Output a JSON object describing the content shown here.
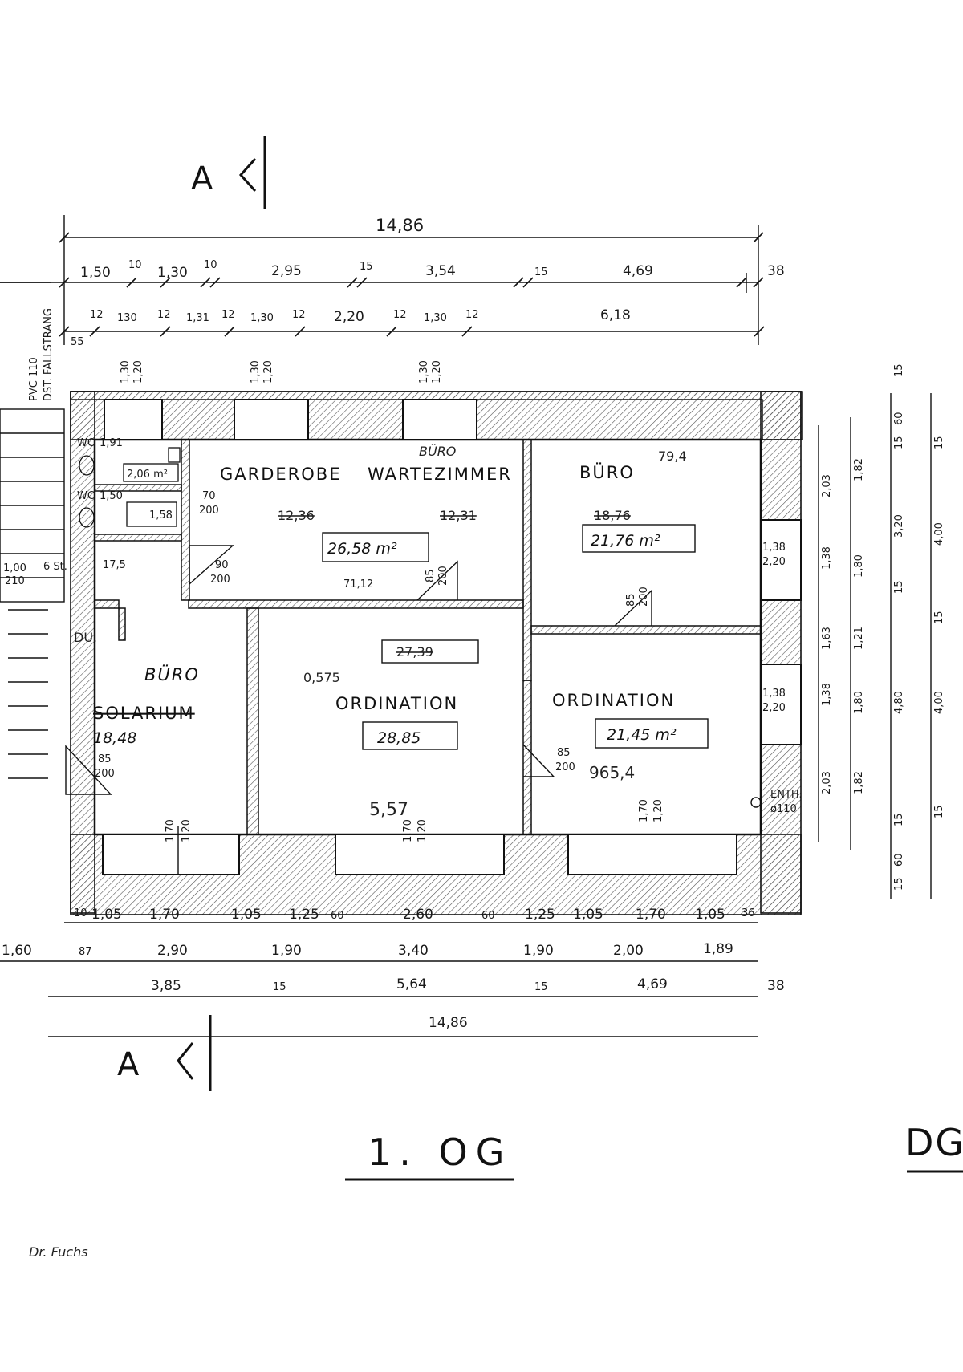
{
  "plan": {
    "title": "1. OG",
    "next_sheet": "DG",
    "signature": "Dr. Fuchs",
    "section_marker": "A",
    "top_dims": {
      "overall": "14,86",
      "row1": [
        "1,50",
        "10",
        "1,30",
        "10",
        "2,95",
        "15",
        "3,54",
        "15",
        "4,69",
        "38"
      ],
      "row2": [
        "12",
        "130",
        "12",
        "1,31",
        "12",
        "1,30",
        "12",
        "2,20",
        "12",
        "1,30",
        "12",
        "6,18"
      ],
      "left_small": "55",
      "window_heights": [
        "1,30",
        "1,20"
      ]
    },
    "bottom_dims": {
      "row1": [
        "10",
        "1,05",
        "1,70",
        "1,05",
        "1,25",
        "60",
        "2,60",
        "60",
        "1,25",
        "1,05",
        "1,70",
        "1,05",
        "36"
      ],
      "row2": [
        "1,60",
        "87",
        "2,90",
        "1,90",
        "3,40",
        "1,90",
        "2,00",
        "1,89"
      ],
      "row3": [
        "3,85",
        "15",
        "5,64",
        "15",
        "4,69",
        "38"
      ],
      "overall": "14,86"
    },
    "right_dims": {
      "col1": [
        "2,03",
        "1,38",
        "1,63",
        "1,38",
        "2,03"
      ],
      "col2": [
        "1,82",
        "1,80",
        "1,21",
        "1,80",
        "1,82"
      ],
      "col3": [
        "15",
        "60",
        "3,20",
        "15",
        "4,80",
        "15",
        "60",
        "15"
      ],
      "col4": [
        "15",
        "15",
        "4,00",
        "15",
        "4,00",
        "15"
      ],
      "top": "15"
    },
    "rooms": {
      "garderobe": "GARDEROBE",
      "buero_wait_label": "BÜRO",
      "wartezimmer": "WARTEZIMMER",
      "garderobe_area": "12,36",
      "wartezimmer_area": "12,31",
      "combined_area": "26,58 m²",
      "buero_ne": "BÜRO",
      "buero_ne_old": "18,76",
      "buero_ne_area": "21,76 m²",
      "solarium_buero": "BÜRO",
      "solarium": "SOLARIUM",
      "solarium_area": "18,48",
      "ordination_center": "ORDINATION",
      "ordination_center_old": "27,39",
      "ordination_center_area": "28,85",
      "ordination_right": "ORDINATION",
      "ordination_right_area": "21,45 m²",
      "wc1": "WC",
      "wc1_dim": "1,91",
      "wc1_area": "2,06 m²",
      "wc2": "WC",
      "wc2_dim": "1,50",
      "wc2_area": "1,58",
      "du": "DU.",
      "enth": "ENTH.",
      "enth_size": "ø110"
    },
    "doors": {
      "d_wc": [
        "70",
        "200"
      ],
      "d_gard": [
        "90",
        "200"
      ],
      "d_wait": [
        "85",
        "200"
      ],
      "d_buero": [
        "85",
        "200"
      ],
      "d_sol": [
        "85",
        "200"
      ],
      "d_ord": [
        "85",
        "200"
      ],
      "stair": [
        "6 St.",
        "17,5"
      ],
      "stair_left": [
        "1,00",
        "210"
      ]
    },
    "windows": {
      "w_right_top": [
        "1,38",
        "2,20"
      ],
      "w_right_bot": [
        "1,38",
        "2,20"
      ],
      "sill": [
        "1,70",
        "1,20"
      ],
      "chimney": [
        "1,30",
        "1,20"
      ]
    },
    "annotations": {
      "pvc": "PVC 110",
      "fallstrang": "DST. FALLSTRANG",
      "heating_left": "0,575",
      "heating_ord": "5,57",
      "heating_ord2": "965,4",
      "area_79": "79,4",
      "area_7112": "71,12"
    }
  }
}
